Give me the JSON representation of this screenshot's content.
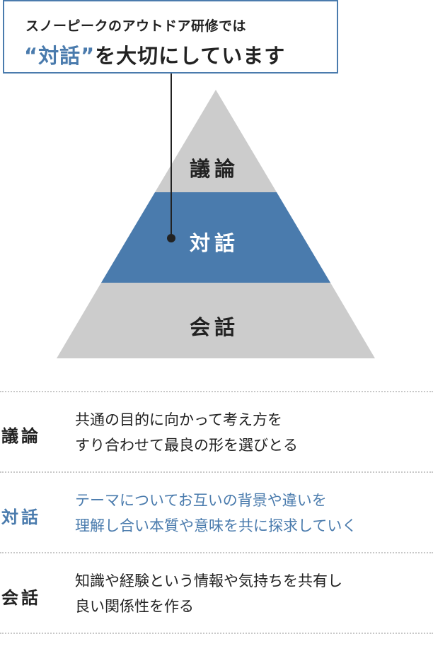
{
  "callout": {
    "subtitle": "スノーピークのアウトドア研修では",
    "open_quote": "“",
    "highlight": "対話",
    "close_quote": "”",
    "rest": "を大切にしています"
  },
  "pyramid": {
    "levels": [
      {
        "label": "議論",
        "color": "#cccccc"
      },
      {
        "label": "対話",
        "color": "#4a7bad"
      },
      {
        "label": "会話",
        "color": "#cccccc"
      }
    ]
  },
  "definitions": [
    {
      "term": "議論",
      "line1": "共通の目的に向かって考え方を",
      "line2": "すり合わせて最良の形を選びとる"
    },
    {
      "term": "対話",
      "line1": "テーマについてお互いの背景や違いを",
      "line2": "理解し合い本質や意味を共に探求していく"
    },
    {
      "term": "会話",
      "line1": "知識や経験という情報や気持ちを共有し",
      "line2": "良い関係性を作る"
    }
  ],
  "colors": {
    "accent": "#4a7bad",
    "gray": "#cccccc",
    "text": "#222222"
  }
}
